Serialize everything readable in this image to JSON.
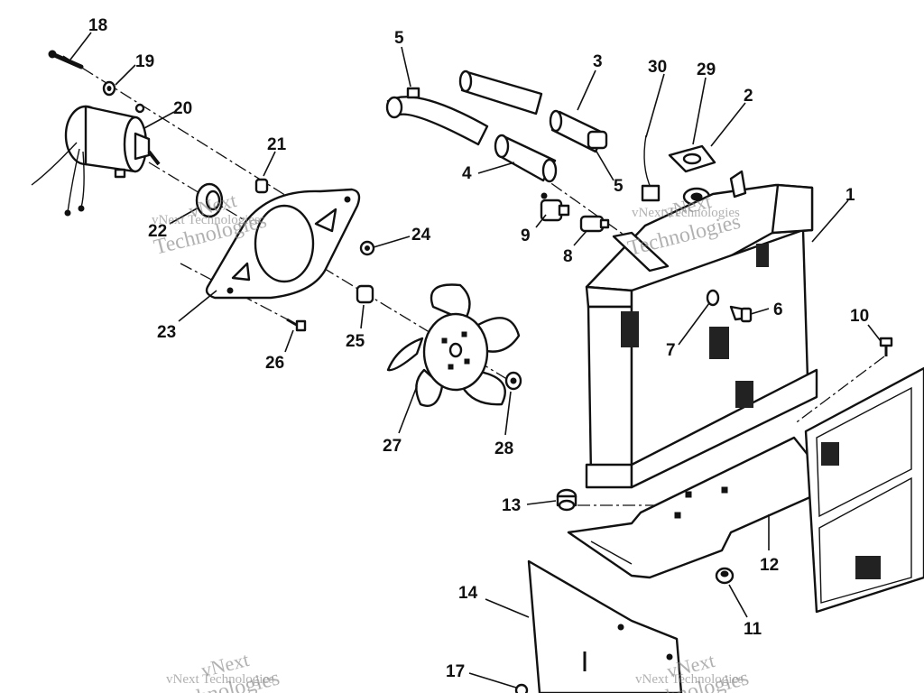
{
  "diagram": {
    "callouts": [
      {
        "id": "1",
        "label": "1"
      },
      {
        "id": "2",
        "label": "2"
      },
      {
        "id": "3",
        "label": "3"
      },
      {
        "id": "4",
        "label": "4"
      },
      {
        "id": "5a",
        "label": "5"
      },
      {
        "id": "5b",
        "label": "5"
      },
      {
        "id": "6",
        "label": "6"
      },
      {
        "id": "7",
        "label": "7"
      },
      {
        "id": "8",
        "label": "8"
      },
      {
        "id": "9",
        "label": "9"
      },
      {
        "id": "10",
        "label": "10"
      },
      {
        "id": "11",
        "label": "11"
      },
      {
        "id": "12",
        "label": "12"
      },
      {
        "id": "13",
        "label": "13"
      },
      {
        "id": "14",
        "label": "14"
      },
      {
        "id": "17",
        "label": "17"
      },
      {
        "id": "18",
        "label": "18"
      },
      {
        "id": "19",
        "label": "19"
      },
      {
        "id": "20",
        "label": "20"
      },
      {
        "id": "21",
        "label": "21"
      },
      {
        "id": "22",
        "label": "22"
      },
      {
        "id": "23",
        "label": "23"
      },
      {
        "id": "24",
        "label": "24"
      },
      {
        "id": "25",
        "label": "25"
      },
      {
        "id": "26",
        "label": "26"
      },
      {
        "id": "27",
        "label": "27"
      },
      {
        "id": "28",
        "label": "28"
      },
      {
        "id": "29",
        "label": "29"
      },
      {
        "id": "30",
        "label": "30"
      }
    ]
  },
  "watermark": {
    "line1": "vNext",
    "line2": "Technologies",
    "small": "vNext Technologies"
  }
}
